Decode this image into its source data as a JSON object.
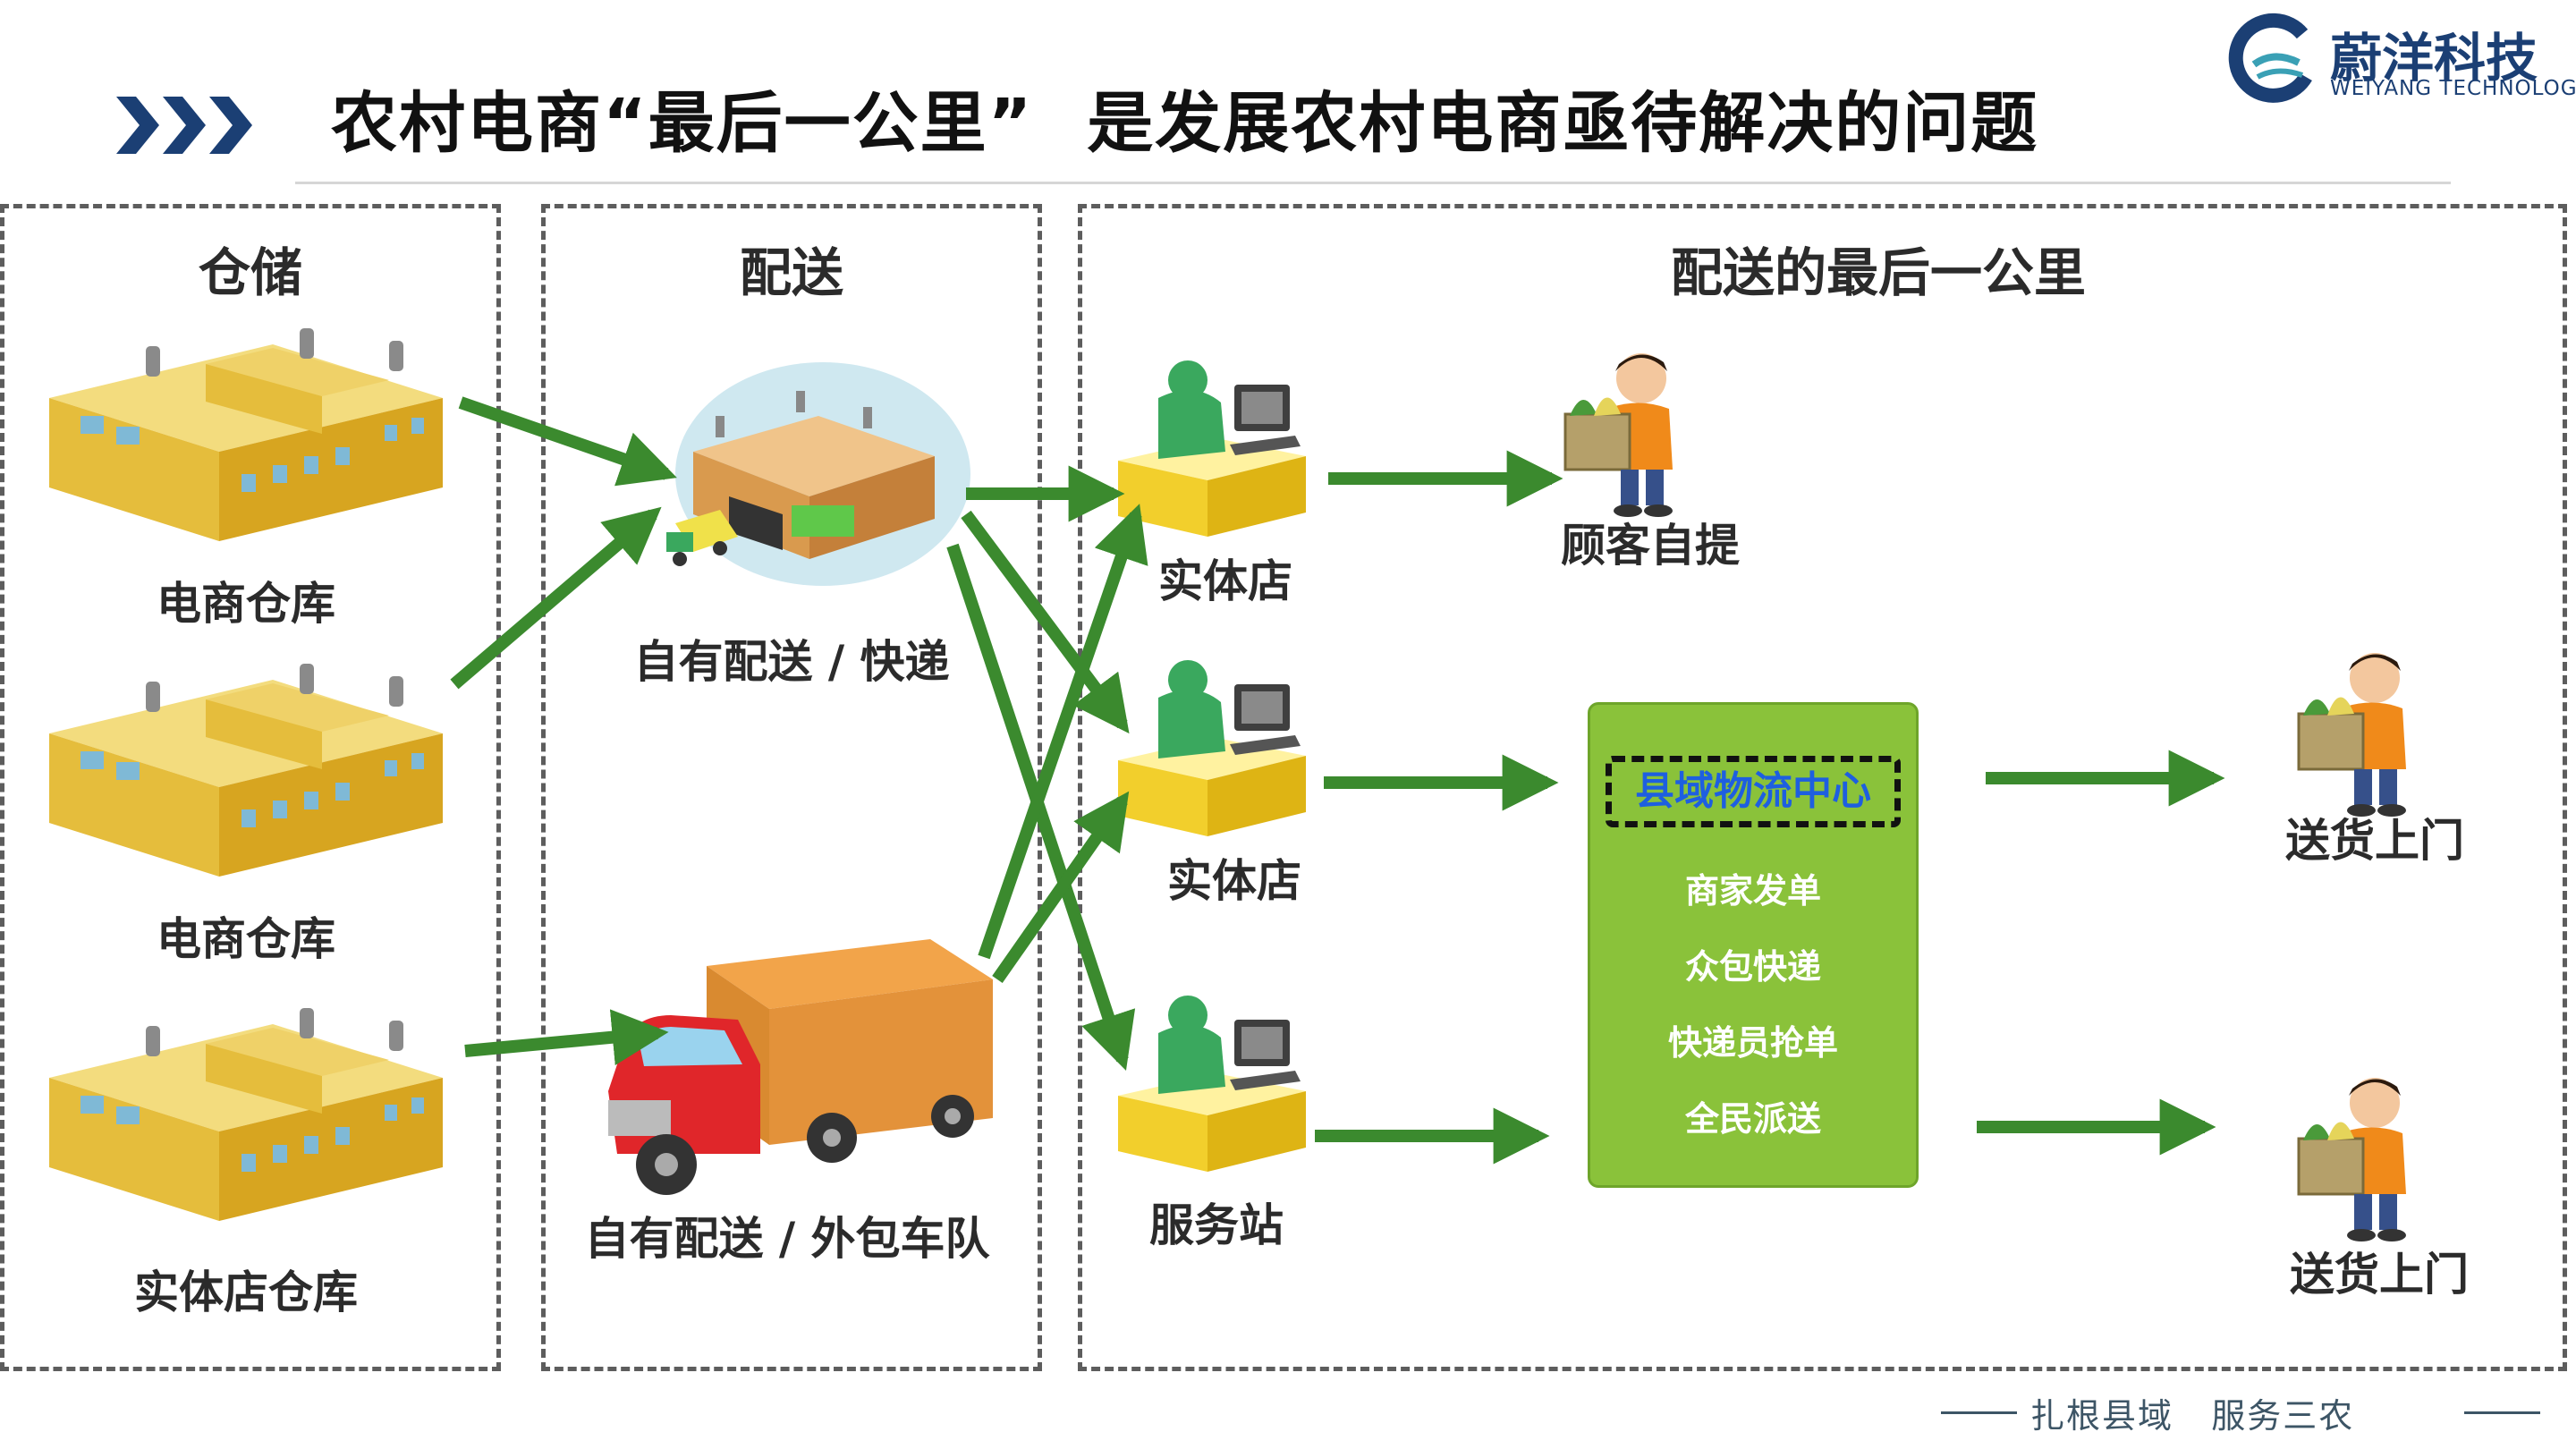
{
  "header": {
    "title_part1": "农村电商“最后一公里”",
    "title_part2": "是发展农村电商亟待解决的问题"
  },
  "logo": {
    "name_cn": "蔚洋科技",
    "name_en": "WEIYANG  TECHNOLOGY"
  },
  "sections": {
    "storage": "仓储",
    "delivery": "配送",
    "last_mile": "配送的最后一公里"
  },
  "warehouses": [
    "电商仓库",
    "电商仓库",
    "实体店仓库"
  ],
  "delivery_modes": [
    "自有配送 / 快递",
    "自有配送 / 外包车队"
  ],
  "stations": [
    "实体店",
    "实体店",
    "服务站"
  ],
  "endpoints": {
    "pickup": "顾客自提",
    "door1": "送货上门",
    "door2": "送货上门"
  },
  "logistics_center": {
    "title": "县域物流中心",
    "items": [
      "商家发单",
      "众包快递",
      "快递员抢单",
      "全民派送"
    ]
  },
  "footer": {
    "left": "扎根县域",
    "right": "服务三农"
  },
  "colors": {
    "arrow_green": "#3b8a2e",
    "center_green": "#8ac23a",
    "center_title_blue": "#1e5fe0",
    "brand_navy": "#1b3f74"
  },
  "icons": [
    "chevrons-icon",
    "logo-icon",
    "factory-icon",
    "warehouse-hub-icon",
    "truck-icon",
    "clerk-desk-icon",
    "delivery-person-icon"
  ]
}
